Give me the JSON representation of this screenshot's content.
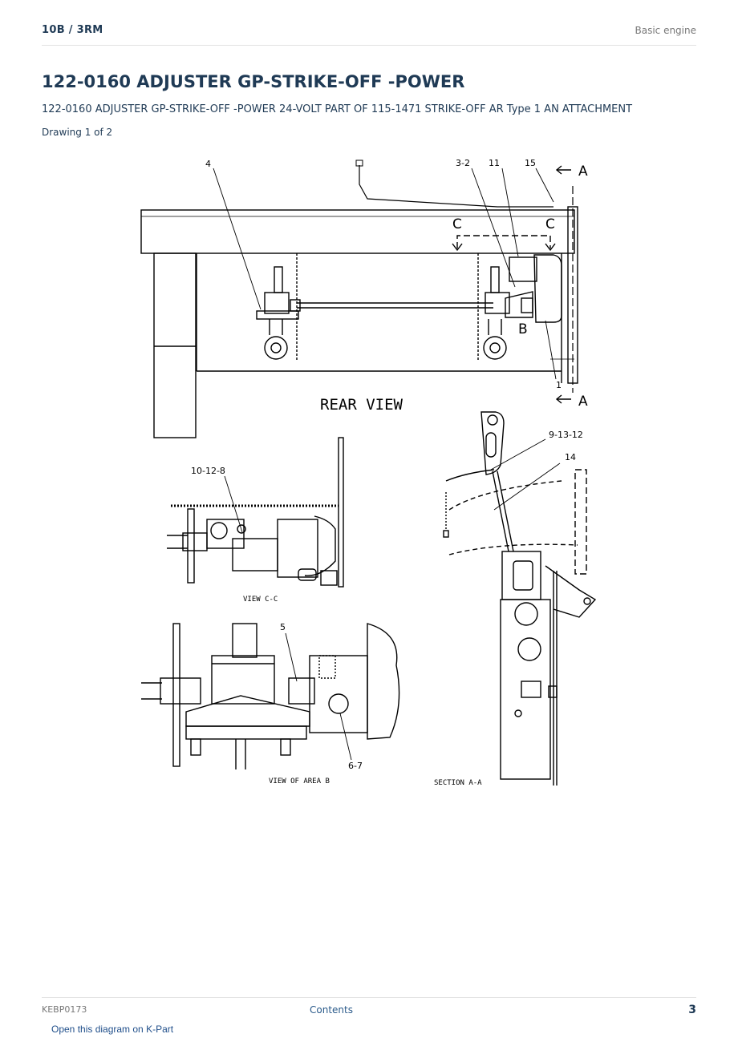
{
  "header": {
    "section": "10B  /  3RM",
    "category": "Basic engine"
  },
  "title": "122-0160 ADJUSTER GP-STRIKE-OFF -POWER",
  "subtitle": "122-0160 ADJUSTER GP-STRIKE-OFF -POWER 24-VOLT PART OF 115-1471 STRIKE-OFF AR Type 1 AN ATTACHMENT",
  "drawing_label": "Drawing 1 of 2",
  "diagram": {
    "callouts": {
      "c4": "4",
      "c3_2": "3-2",
      "c11": "11",
      "c15": "15",
      "c1": "1",
      "c10_12_8": "10-12-8",
      "c9_13_12": "9-13-12",
      "c14": "14",
      "c5": "5",
      "c6_7": "6-7"
    },
    "markers": {
      "a": "A",
      "c": "C",
      "b": "B"
    },
    "captions": {
      "rear_view": "REAR VIEW",
      "view_cc": "VIEW C-C",
      "view_area_b": "VIEW OF AREA B",
      "section_aa": "SECTION A-A"
    }
  },
  "footer": {
    "doc_id": "KEBP0173",
    "contents_link": "Contents",
    "page_number": "3",
    "kpart_link": "Open this diagram on K-Part"
  }
}
